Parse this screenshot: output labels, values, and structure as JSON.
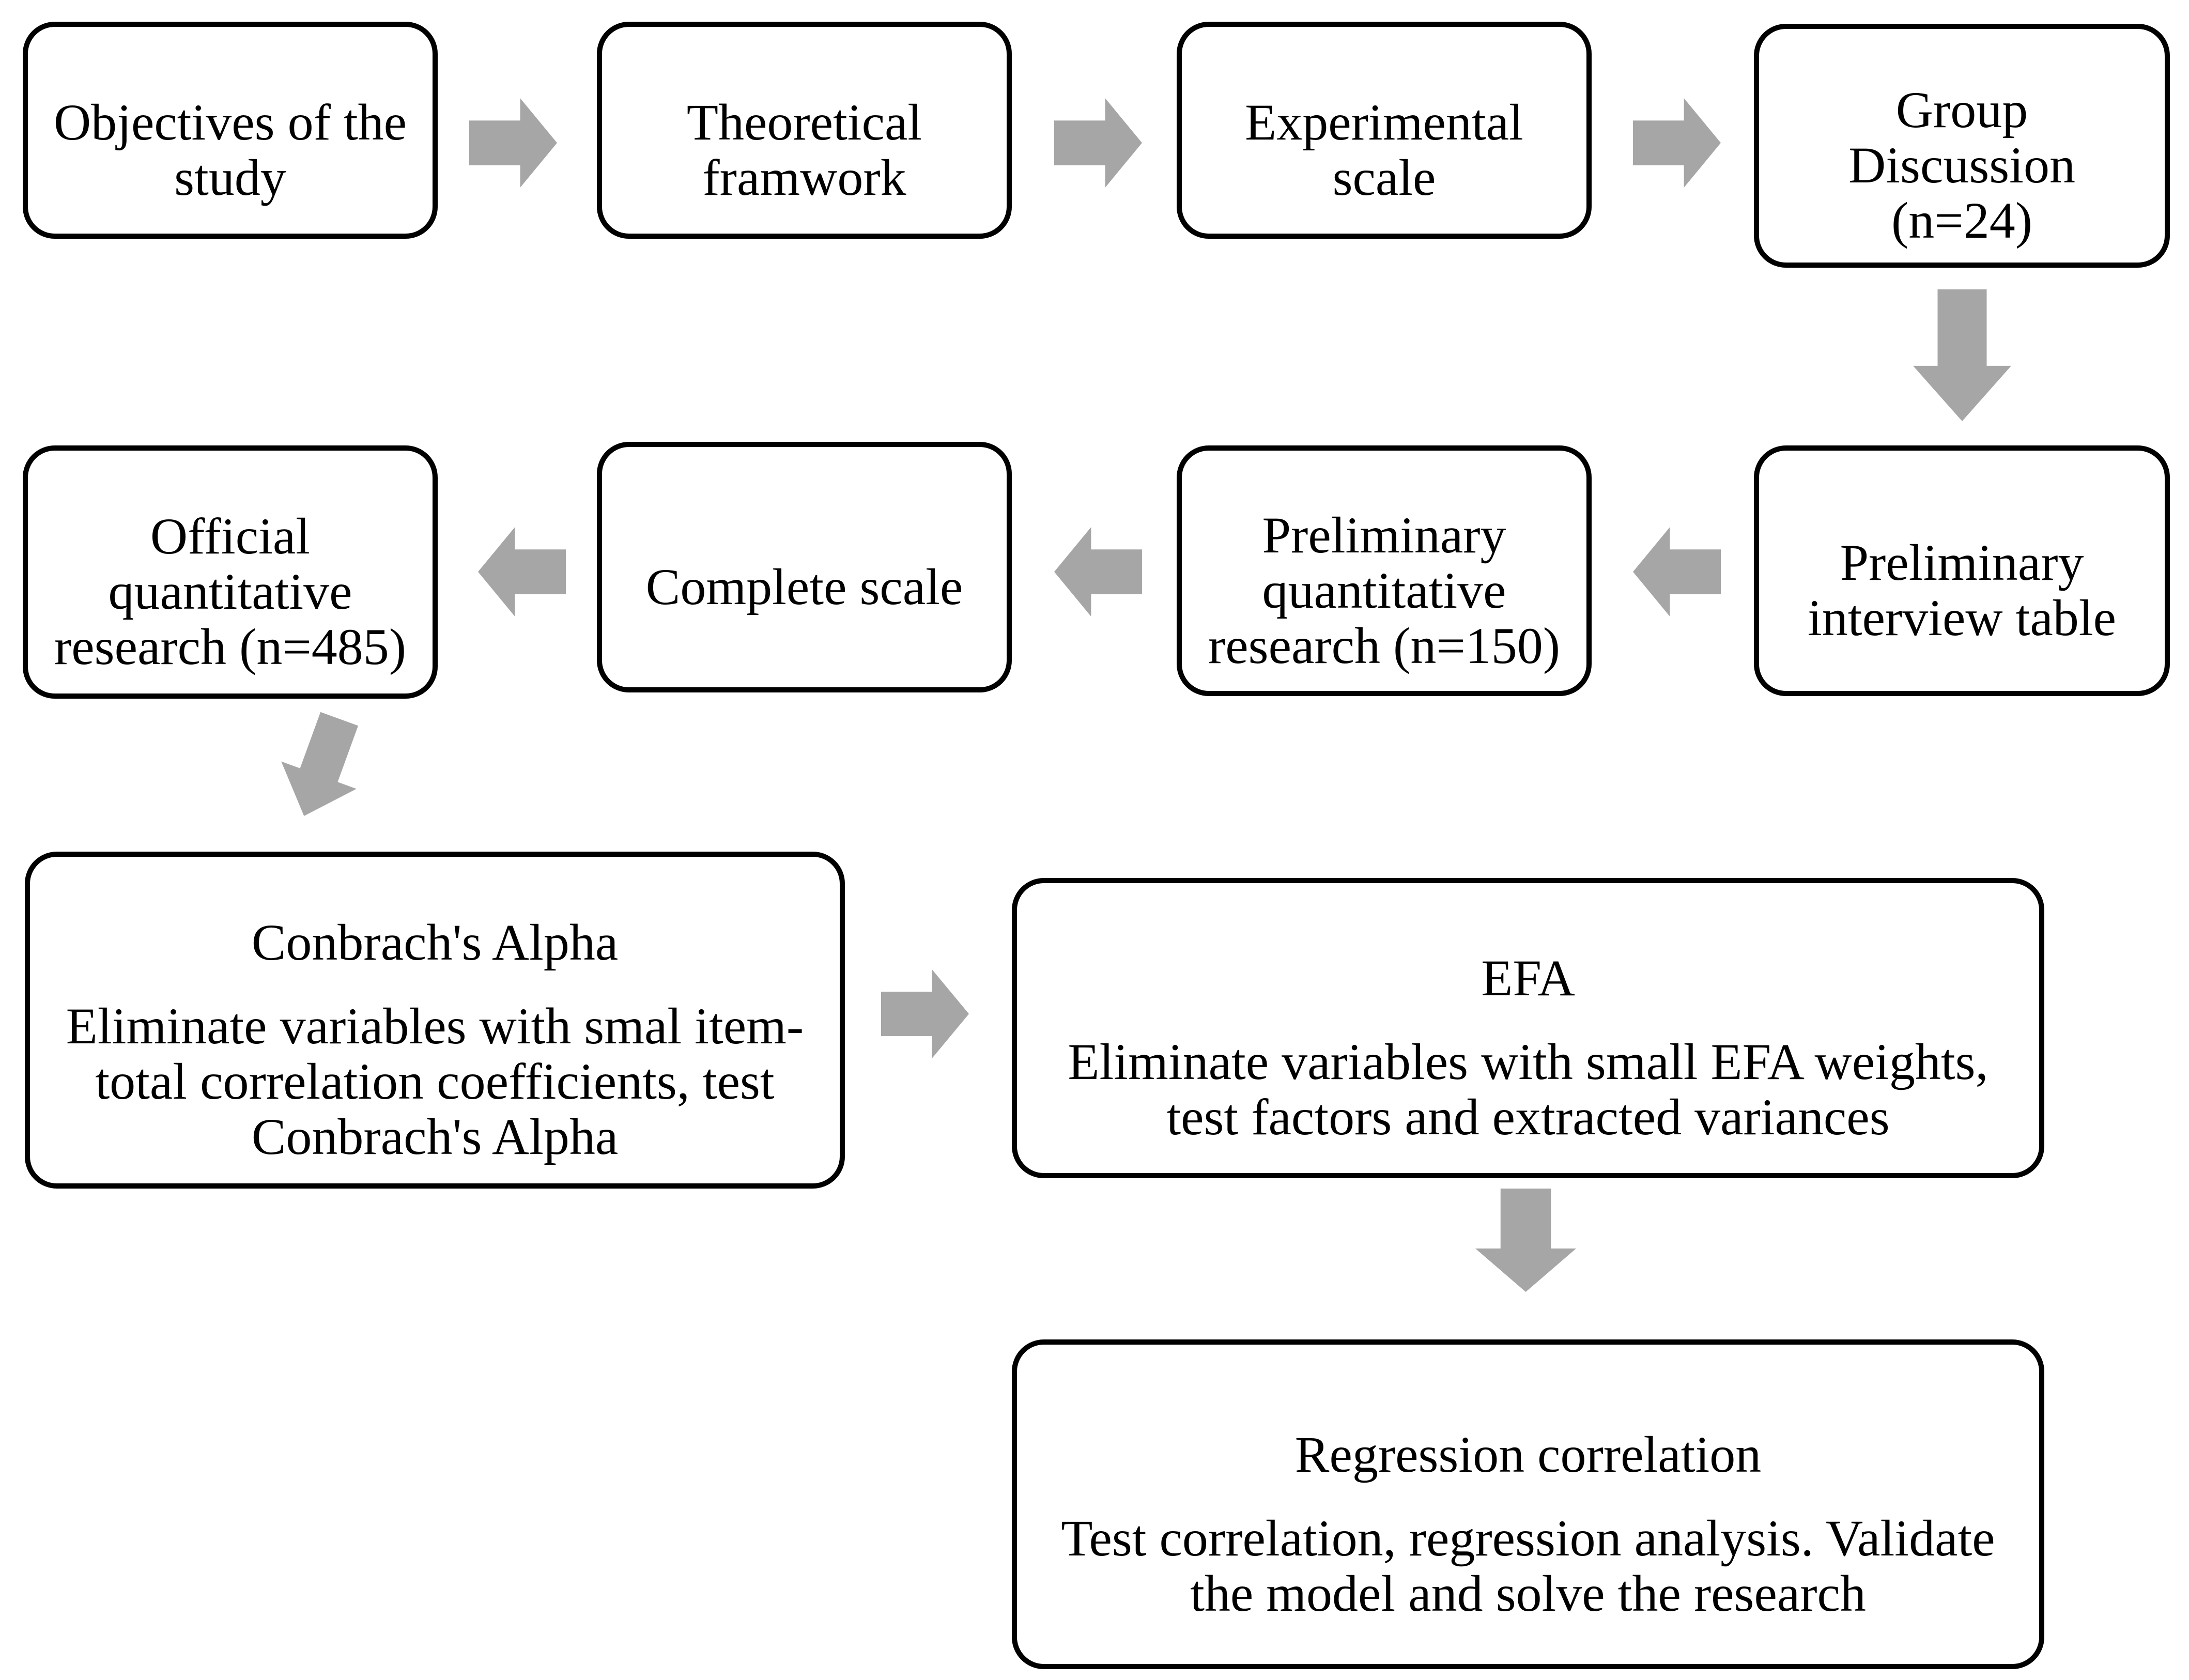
{
  "diagram": {
    "colors": {
      "arrow_fill": "#a6a6a6",
      "box_border": "#000000",
      "box_fill": "#ffffff",
      "text": "#000000"
    },
    "boxes": [
      {
        "id": "objectives",
        "lines": [
          "Objectives of the",
          "study"
        ]
      },
      {
        "id": "theoretical-framework",
        "lines": [
          "Theoretical",
          "framwork"
        ]
      },
      {
        "id": "experimental-scale",
        "lines": [
          "Experimental",
          "scale"
        ]
      },
      {
        "id": "group-discussion",
        "lines": [
          "Group",
          "Discussion",
          "(n=24)"
        ]
      },
      {
        "id": "preliminary-interview",
        "lines": [
          "Preliminary",
          "interview table"
        ]
      },
      {
        "id": "preliminary-quantitative",
        "lines": [
          "Preliminary",
          "quantitative",
          "research (n=150)"
        ]
      },
      {
        "id": "complete-scale",
        "lines": [
          "Complete scale"
        ]
      },
      {
        "id": "official-quantitative",
        "lines": [
          "Official",
          "quantitative",
          "research (n=485)"
        ]
      },
      {
        "id": "cronbachs-alpha",
        "title": "Conbrach's Alpha",
        "body_lines": [
          "Eliminate variables with smal item-",
          "total correlation coefficients, test",
          "Conbrach's Alpha"
        ]
      },
      {
        "id": "efa",
        "title": "EFA",
        "body_lines": [
          "Eliminate variables with small EFA weights,",
          "test factors and extracted variances"
        ]
      },
      {
        "id": "regression-correlation",
        "title": "Regression correlation",
        "body_lines": [
          "Test correlation, regression analysis. Validate",
          "the model and solve the research"
        ]
      }
    ]
  }
}
